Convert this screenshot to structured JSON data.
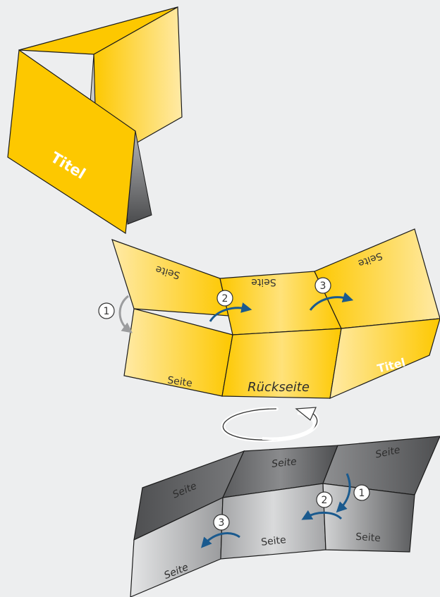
{
  "colors": {
    "background": "#edeeef",
    "yellow_light": "#ffe9a8",
    "yellow": "#fdc800",
    "grey_dark": "#4e4f51",
    "grey_light": "#d6d7d8",
    "arrow_blue": "#1a5a8e",
    "arrow_grey": "#9b9c9e",
    "outline": "#1a1a1a"
  },
  "top_folder": {
    "title_label": "Titel"
  },
  "front_view": {
    "upper_row": [
      "Seite",
      "Seite",
      "Seite"
    ],
    "lower_row": [
      "Seite",
      "Rückseite",
      "Titel"
    ],
    "fold_steps": [
      "1",
      "2",
      "3"
    ]
  },
  "rotation": {
    "icon": "rotate-arrow-icon"
  },
  "back_view": {
    "upper_row": [
      "Seite",
      "Seite",
      "Seite"
    ],
    "lower_row": [
      "Seite",
      "Seite",
      "Seite"
    ],
    "fold_steps": [
      "1",
      "2",
      "3"
    ]
  }
}
